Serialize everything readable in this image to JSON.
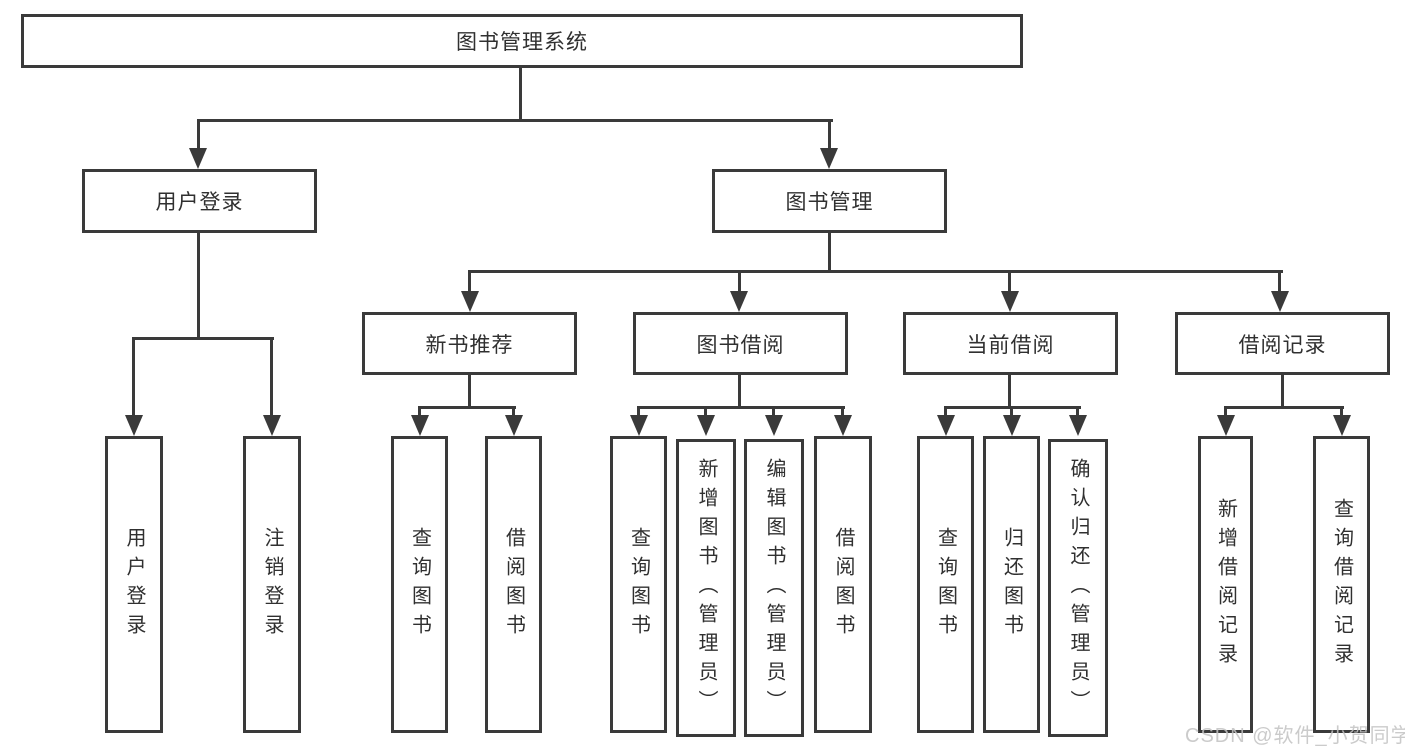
{
  "colors": {
    "line": "#3a3a3a",
    "text": "#303030",
    "box_bg": "#ffffff",
    "watermark": "#c3c3c3",
    "background": "#ffffff"
  },
  "tree": {
    "root": "图书管理系统",
    "user_login_branch": {
      "label": "用户登录",
      "children": {
        "login": "用户登录",
        "logout": "注销登录"
      }
    },
    "book_mgmt_branch": {
      "label": "图书管理",
      "sections": {
        "new_book": {
          "label": "新书推荐",
          "children": {
            "query_books": "查询图书",
            "borrow_books": "借阅图书"
          }
        },
        "book_borrow": {
          "label": "图书借阅",
          "children": {
            "query_books": "查询图书",
            "add_books_admin": "新增图书（管理员）",
            "edit_books_admin": "编辑图书（管理员）",
            "borrow_books": "借阅图书"
          }
        },
        "current_borrow": {
          "label": "当前借阅",
          "children": {
            "query_books": "查询图书",
            "return_books": "归还图书",
            "confirm_return_admin": "确认归还（管理员）"
          }
        },
        "borrow_record": {
          "label": "借阅记录",
          "children": {
            "add_record": "新增借阅记录",
            "query_record": "查询借阅记录"
          }
        }
      }
    }
  },
  "watermark": "CSDN @软件_小贺同学"
}
